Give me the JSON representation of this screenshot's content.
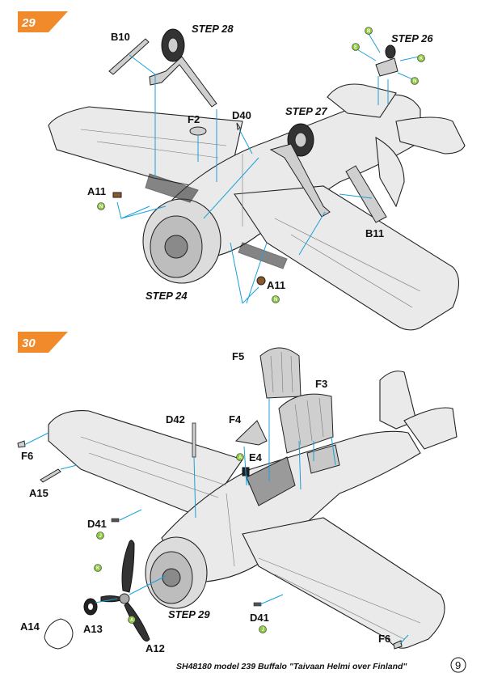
{
  "steps": {
    "s29": "29",
    "s30": "30"
  },
  "labels": {
    "b10": "B10",
    "step28": "STEP 28",
    "step26": "STEP 26",
    "f2": "F2",
    "d40": "D40",
    "step27": "STEP 27",
    "a11_left": "A11",
    "b11": "B11",
    "step24": "STEP 24",
    "a11_bottom": "A11",
    "f5": "F5",
    "f3": "F3",
    "d42": "D42",
    "f4": "F4",
    "e4": "E4",
    "f6_left": "F6",
    "a15": "A15",
    "d41_left": "D41",
    "step29": "STEP 29",
    "a14": "A14",
    "a13": "A13",
    "a12": "A12",
    "d41_bottom": "D41",
    "f6_bottom": "F6"
  },
  "color_tags": {
    "b": "B",
    "e": "E",
    "k": "K",
    "n": "N",
    "n2": "N",
    "n3": "N",
    "a": "A",
    "j": "J",
    "k2": "K",
    "a2": "A",
    "j2": "J"
  },
  "footer": "SH48180 model 239 Buffalo \"Taivaan Helmi over Finland\"",
  "page_number": "9",
  "colors": {
    "step_badge": "#f08a2a",
    "guide_line": "#1aa0d8",
    "color_tag": "#8cc63f"
  }
}
